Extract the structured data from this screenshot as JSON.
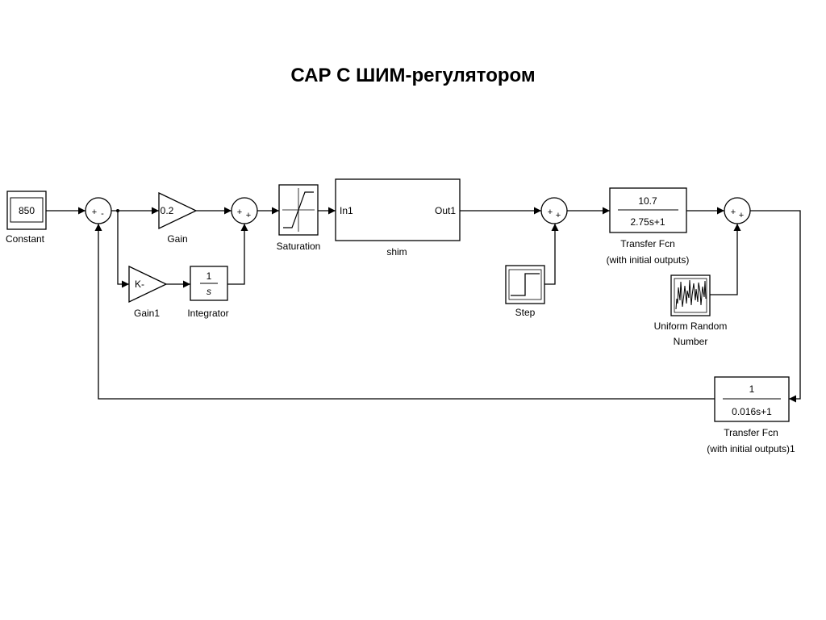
{
  "title": "САР С ШИМ-регулятором",
  "blocks": {
    "constant": {
      "value": "850",
      "label": "Constant"
    },
    "gain": {
      "value": "0.2",
      "label": "Gain"
    },
    "gain1": {
      "value": "K-",
      "label": "Gain1"
    },
    "integrator": {
      "num": "1",
      "den": "s",
      "label": "Integrator"
    },
    "saturation": {
      "label": "Saturation"
    },
    "shim": {
      "label": "shim",
      "in_port": "In1",
      "out_port": "Out1"
    },
    "step": {
      "label": "Step"
    },
    "tf1": {
      "num": "10.7",
      "den": "2.75s+1",
      "label1": "Transfer Fcn",
      "label2": "(with initial outputs)"
    },
    "random": {
      "label1": "Uniform Random",
      "label2": "Number"
    },
    "tf2": {
      "num": "1",
      "den": "0.016s+1",
      "label1": "Transfer Fcn",
      "label2": "(with initial outputs)1"
    }
  },
  "sums": {
    "sum1": {
      "signs": [
        "+",
        "-"
      ]
    },
    "sum2": {
      "signs": [
        "+",
        "+"
      ]
    },
    "sum3": {
      "signs": [
        "+",
        "+"
      ]
    },
    "sum4": {
      "signs": [
        "+",
        "+"
      ]
    }
  },
  "colors": {
    "line": "#000000",
    "background": "#ffffff"
  }
}
